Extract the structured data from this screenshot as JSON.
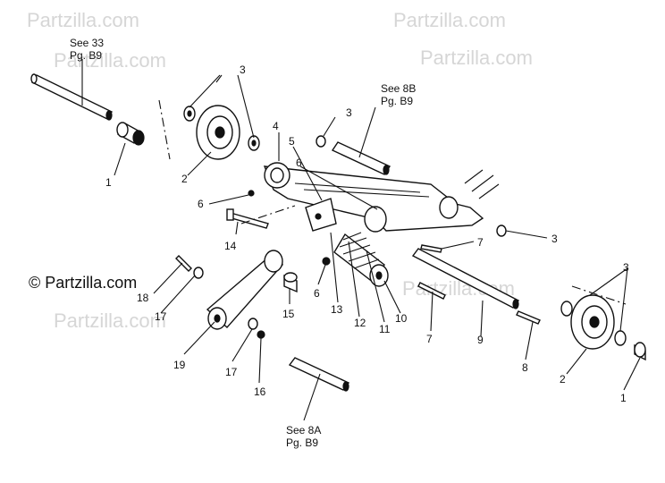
{
  "watermark": {
    "text": "Partzilla.com",
    "copyright_text": "© Partzilla.com"
  },
  "references": [
    {
      "line1": "See 33",
      "line2": "Pg. B9"
    },
    {
      "line1": "See 8B",
      "line2": "Pg. B9"
    },
    {
      "line1": "See 8A",
      "line2": "Pg. B9"
    }
  ],
  "callouts": [
    "1",
    "2",
    "3",
    "4",
    "5",
    "6",
    "3",
    "6",
    "14",
    "7",
    "3",
    "18",
    "17",
    "15",
    "6",
    "13",
    "12",
    "11",
    "10",
    "7",
    "9",
    "3",
    "19",
    "17",
    "16",
    "2",
    "8",
    "1"
  ],
  "colors": {
    "ink": "#111111",
    "paper": "#ffffff",
    "watermark": "#d6d6d6"
  }
}
